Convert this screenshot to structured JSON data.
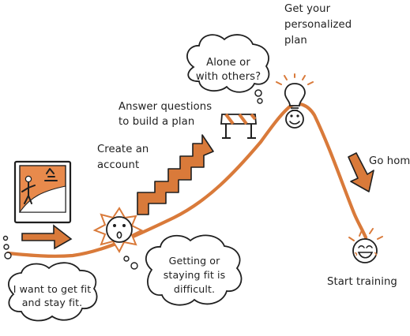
{
  "colors": {
    "accent_orange": "#d97a3a",
    "ink": "#1f1f1f",
    "paper": "#ffffff",
    "bubble_fill": "#ffffff"
  },
  "labels": {
    "create_account": [
      "Create an",
      "account"
    ],
    "answer_questions": [
      "Answer questions",
      "to build a plan"
    ],
    "get_plan": [
      "Get your",
      "personalized",
      "plan"
    ],
    "go_home": "Go home",
    "start_training": "Start training"
  },
  "bubbles": {
    "alone_or": [
      "Alone or",
      "with others?"
    ],
    "want_fit": [
      "I want to get fit",
      "and stay fit."
    ],
    "getting_fit": [
      "Getting or",
      "staying fit is",
      "difficult."
    ]
  },
  "icons": {
    "photo": "photo-frame-icon",
    "starburst": "surprised-face-starburst-icon",
    "stairs": "stairs-arrow-icon",
    "hurdle": "hurdle-barrier-icon",
    "lightbulb": "lightbulb-icon",
    "smile": "smiling-face-icon",
    "arrow_right": "right-arrow-icon",
    "arrow_down": "down-arrow-icon"
  }
}
